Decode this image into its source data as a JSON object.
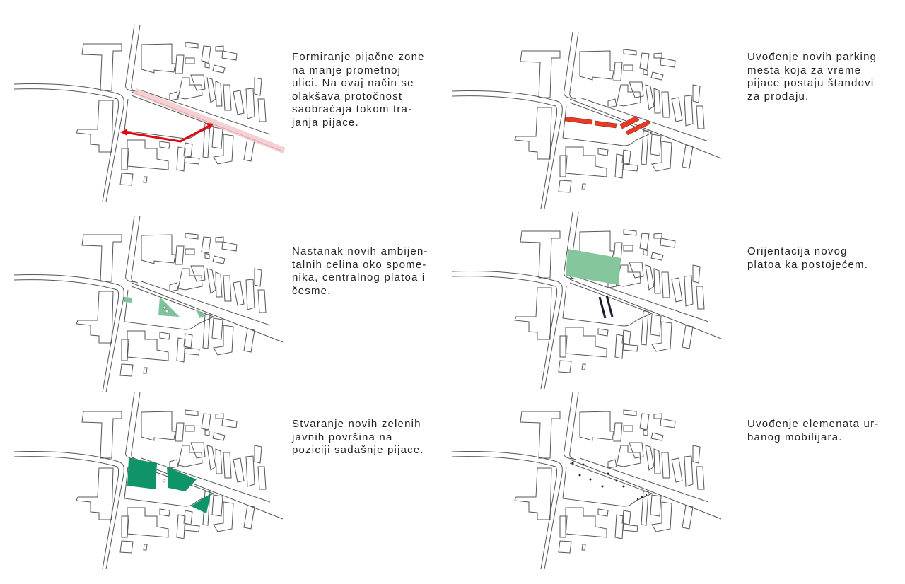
{
  "panels": [
    {
      "id": "market-zone",
      "text": "Formiranje pijačne zone\nna manje prometnoj\nulici. Na ovaj način se\nolakšava protočnost\nsaobraćaja tokom tra-\njanja pijace.",
      "highlight_color": "#e30613"
    },
    {
      "id": "parking",
      "text": "Uvođenje novih parking\nmesta koja za vreme\npijace postaju štandovi\nza prodaju.",
      "highlight_color": "#e53a24"
    },
    {
      "id": "ambient",
      "text": "Nastanak novih ambijen-\ntalnih celina oko spome-\nnika, centralnog platoa i\nčesme.",
      "highlight_color": "#7cc49a"
    },
    {
      "id": "plateau",
      "text": "Orijentacija novog\nplatoa ka postojećem.",
      "highlight_color": "#86c69d"
    },
    {
      "id": "green",
      "text": "Stvaranje novih zelenih\njavnih površina na\npoziciji sadašnje pijace.",
      "highlight_color": "#0f9469"
    },
    {
      "id": "furniture",
      "text": "Uvođenje elemenata ur-\nbanog mobilijara.",
      "highlight_color": "#222222"
    }
  ]
}
